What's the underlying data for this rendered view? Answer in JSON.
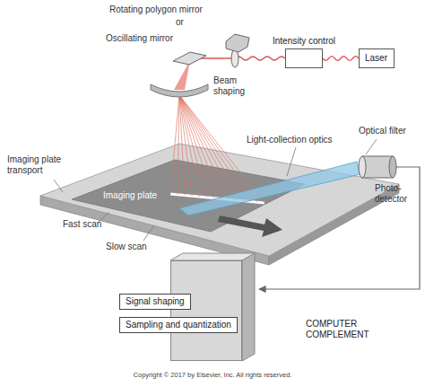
{
  "diagram": {
    "nodes": [
      {
        "text": [
          "Intensity control"
        ]
      },
      {
        "text": [
          "Laser"
        ]
      },
      {
        "text": [
          "COMPUTER COMPLEMENT"
        ]
      },
      {
        "text": [
          "Signal shaping"
        ],
        "in": 2
      },
      {
        "text": [
          "Sampling and quantization"
        ],
        "in": 2
      }
    ],
    "edges": [
      {
        "from": 1,
        "to": 0,
        "arrow": "none"
      }
    ],
    "labels": [
      "Rotating polygon mirror",
      "or",
      "Oscillating mirror",
      "Beam shaping",
      "Imaging plate transport",
      "Imaging plate",
      "Fast scan",
      "Slow scan",
      "Light-collection optics",
      "Optical filter",
      "Photo-detector",
      "Copyright © 2017 by Elsevier, Inc. All rights reserved."
    ]
  }
}
